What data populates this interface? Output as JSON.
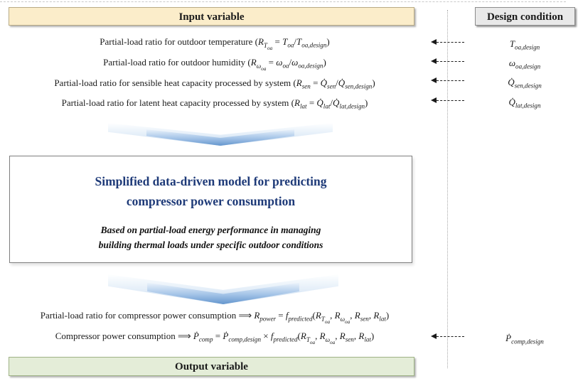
{
  "colors": {
    "input_header_bg": "#FBEDCA",
    "design_header_bg": "#E9E9E9",
    "output_header_bg": "#E4EDD8",
    "model_title_text": "#1E3A78",
    "chevron_blue": "#6496CD",
    "box_border_gray": "#7F7F7F"
  },
  "headers": {
    "input": "Input variable",
    "design": "Design condition",
    "output": "Output variable"
  },
  "input_rows": [
    {
      "label_html": "Partial-load ratio for outdoor temperature (<i>R</i><sub><i>T</i><sub><i>oa</i></sub></sub> = <i>T</i><sub><i>oa</i></sub>/<i>T</i><sub><i>oa,design</i></sub>)",
      "design_html": "<i>T</i><sub><i>oa,design</i></sub>"
    },
    {
      "label_html": "Partial-load ratio for outdoor humidity (<i>R</i><sub><i>ω</i><sub><i>oa</i></sub></sub> = <i>ω</i><sub><i>oa</i></sub>/<i>ω</i><sub><i>oa,design</i></sub>)",
      "design_html": "<i>ω</i><sub><i>oa,design</i></sub>"
    },
    {
      "label_html": "Partial-load ratio for sensible heat capacity processed by system (<i>R</i><sub><i>sen</i></sub> = <i>Q̇</i><sub><i>sen</i></sub>/<i>Q̇</i><sub><i>sen,design</i></sub>)",
      "design_html": "<i>Q̇</i><sub><i>sen,design</i></sub>"
    },
    {
      "label_html": "Partial-load ratio for latent heat capacity processed by system (<i>R</i><sub><i>lat</i></sub> = <i>Q̇</i><sub><i>lat</i></sub>/<i>Q̇</i><sub><i>lat,design</i></sub>)",
      "design_html": "<i>Q̇</i><sub><i>lat,design</i></sub>"
    }
  ],
  "model_box": {
    "title_html": "Simplified data-driven model for predicting<br>compressor power consumption",
    "subtitle_html": "Based on partial-load energy performance in managing<br>building thermal loads under specific outdoor conditions"
  },
  "output_rows": [
    {
      "label_html": "Partial-load ratio for compressor power consumption ⟹ <i>R</i><sub><i>power</i></sub> = <i>f</i><sub><i>predicted</i></sub>(<i>R</i><sub><i>T</i><sub><i>oa</i></sub></sub>, <i>R</i><sub><i>ω</i><sub><i>oa</i></sub></sub>, <i>R</i><sub><i>sen</i></sub>, <i>R</i><sub><i>lat</i></sub>)"
    },
    {
      "label_html": "Compressor power consumption ⟹ <i>Ṗ</i><sub><i>comp</i></sub> = <i>Ṗ</i><sub><i>comp,design</i></sub> × <i>f</i><sub><i>predicted</i></sub>(<i>R</i><sub><i>T</i><sub><i>oa</i></sub></sub>, <i>R</i><sub><i>ω</i><sub><i>oa</i></sub></sub>, <i>R</i><sub><i>sen</i></sub>, <i>R</i><sub><i>lat</i></sub>)",
      "design_html": "<i>Ṗ</i><sub><i>comp,design</i></sub>"
    }
  ]
}
